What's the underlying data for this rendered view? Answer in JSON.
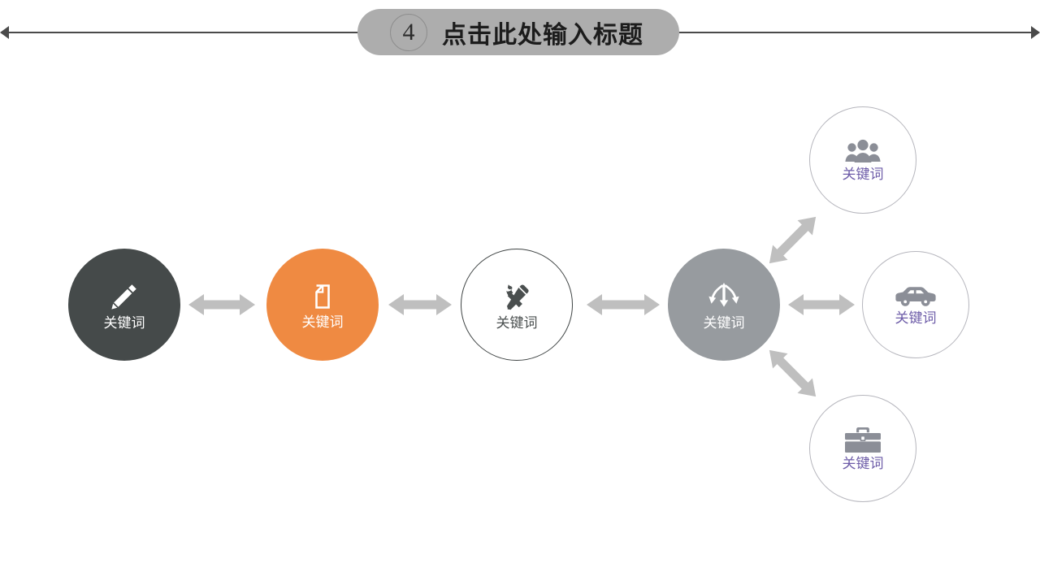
{
  "slide": {
    "background_color": "#ffffff",
    "title": {
      "number": "4",
      "text": "点击此处输入标题",
      "pill_color": "#adadad",
      "rule_color": "#4a4a4a"
    }
  },
  "palette": {
    "dark": "#454a4a",
    "orange": "#ef8a42",
    "gray": "#979b9f",
    "arrow_gray": "#bfbfbf",
    "purple_text": "#6d5ca8",
    "sub_border": "#b6b6bd",
    "white": "#ffffff"
  },
  "nodes": {
    "main": [
      {
        "id": "pencil",
        "label": "关键词",
        "icon": "pencil-icon",
        "fill": "#454a4a",
        "text_color": "#ffffff"
      },
      {
        "id": "document",
        "label": "关键词",
        "icon": "document-icon",
        "fill": "#ef8a42",
        "text_color": "#ffffff"
      },
      {
        "id": "tools",
        "label": "关键词",
        "icon": "tools-icon",
        "fill": "#ffffff",
        "text_color": "#4a4f4f"
      },
      {
        "id": "branch",
        "label": "关键词",
        "icon": "branch-arrows-icon",
        "fill": "#979b9f",
        "text_color": "#ffffff"
      }
    ],
    "sub": [
      {
        "id": "people",
        "label": "关键词",
        "icon": "people-group-icon",
        "fill": "#ffffff",
        "text_color": "#6d5ca8"
      },
      {
        "id": "car",
        "label": "关键词",
        "icon": "car-icon",
        "fill": "#ffffff",
        "text_color": "#6d5ca8"
      },
      {
        "id": "briefcase",
        "label": "关键词",
        "icon": "briefcase-icon",
        "fill": "#ffffff",
        "text_color": "#6d5ca8"
      }
    ]
  },
  "connectors": [
    {
      "id": "pencil-to-document",
      "style": "double-headed-horizontal"
    },
    {
      "id": "document-to-tools",
      "style": "double-headed-horizontal"
    },
    {
      "id": "tools-to-branch",
      "style": "double-headed-horizontal"
    },
    {
      "id": "branch-to-people",
      "style": "double-headed-diagonal-up"
    },
    {
      "id": "branch-to-car",
      "style": "double-headed-horizontal"
    },
    {
      "id": "branch-to-briefcase",
      "style": "double-headed-diagonal-down"
    }
  ]
}
